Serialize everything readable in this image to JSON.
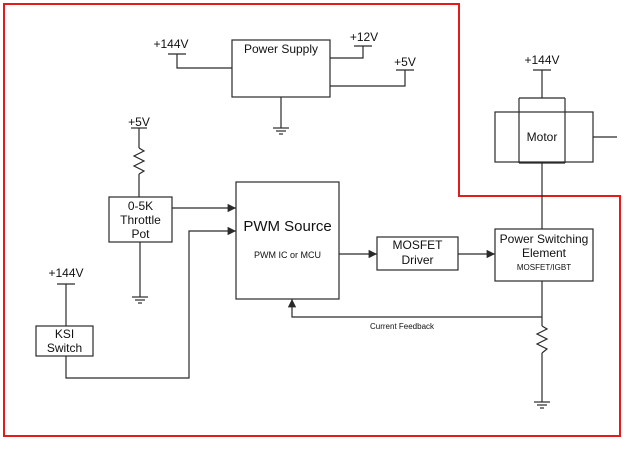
{
  "colors": {
    "boundary": "#e41b1b",
    "wire": "#2a2a2a",
    "text": "#111111"
  },
  "rails": {
    "ps_in": "+144V",
    "ps_12": "+12V",
    "ps_5": "+5V",
    "pot_5": "+5V",
    "ksi_144": "+144V",
    "motor_144": "+144V"
  },
  "blocks": {
    "power_supply": "Power Supply",
    "motor": "Motor",
    "throttle": {
      "line1": "0-5K",
      "line2": "Throttle",
      "line3": "Pot"
    },
    "ksi": {
      "line1": "KSI",
      "line2": "Switch"
    },
    "pwm": {
      "title": "PWM Source",
      "subtitle": "PWM IC or MCU"
    },
    "driver": {
      "line1": "MOSFET",
      "line2": "Driver"
    },
    "switching": {
      "line1": "Power Switching",
      "line2": "Element",
      "line3": "MOSFET/IGBT"
    }
  },
  "annotations": {
    "feedback": "Current Feedback"
  }
}
